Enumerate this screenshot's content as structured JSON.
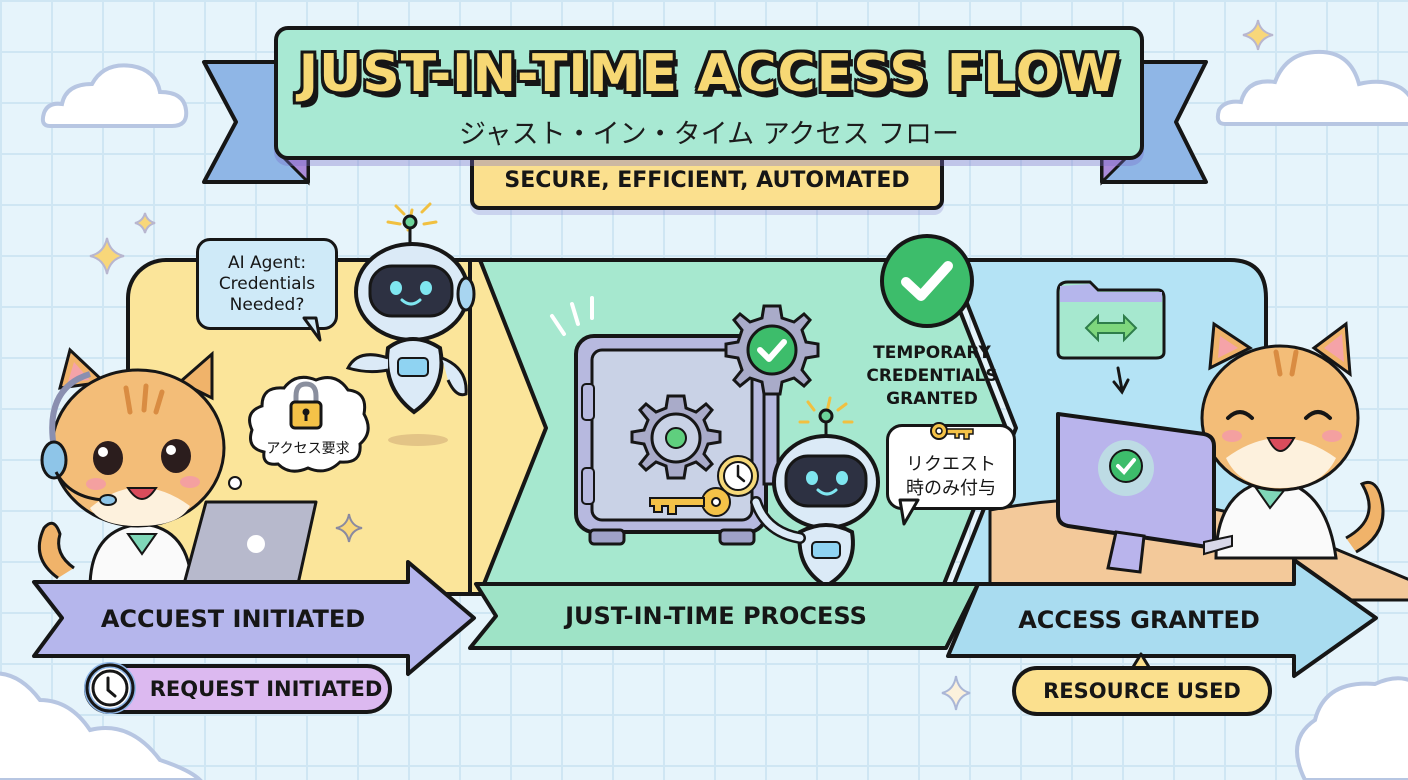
{
  "header": {
    "title": "JUST-IN-TIME ACCESS FLOW",
    "title_jp": "ジャスト・イン・タイム アクセス フロー",
    "subtitle": "SECURE, EFFICIENT, AUTOMATED"
  },
  "colors": {
    "background": "#e6f4fb",
    "banner": "#a8e9d3",
    "ribbon": "#8fb6e6",
    "title_fill": "#f7d874",
    "subtitle_bg": "#fbe08e",
    "stage1_bg": "#fbe59a",
    "stage2_bg": "#a6e8cf",
    "stage3_bg": "#b4e3f5",
    "arrow1": "#b5b6ec",
    "arrow2": "#9ee3c6",
    "arrow3": "#a9dcf0",
    "check_green": "#3dbd6b",
    "key_gold": "#f4c248",
    "pill_purple": "#dcb9f0",
    "pill_yellow": "#fbe08e"
  },
  "stages": [
    {
      "id": "request",
      "arrow_label": "ACCUEST INITIATED",
      "badge_label": "REQUEST INITIATED",
      "badge_icon": "clock-icon",
      "speech_bubble": "AI Agent:\nCredentials\nNeeded?",
      "speech_lines": [
        "AI Agent:",
        "Credentials",
        "Needed?"
      ],
      "thought_bubble": "アクセス要求",
      "thought_icon": "padlock-icon",
      "characters": [
        "cat-with-headset",
        "robot-assistant",
        "laptop"
      ]
    },
    {
      "id": "process",
      "arrow_label": "JUST-IN-TIME PROCESS",
      "characters": [
        "safe-vault",
        "gear-check",
        "golden-key",
        "robot-with-clock"
      ]
    },
    {
      "id": "granted",
      "arrow_label": "ACCESS GRANTED",
      "badge_label": "RESOURCE USED",
      "caption_lines": [
        "TEMPORARY",
        "CREDENTIALS",
        "GRANTED"
      ],
      "speech_bubble_lines": [
        "リクエスト",
        "時のみ付与"
      ],
      "speech_icon": "key-icon",
      "characters": [
        "happy-cat",
        "monitor-check",
        "folder-transfer"
      ]
    }
  ]
}
